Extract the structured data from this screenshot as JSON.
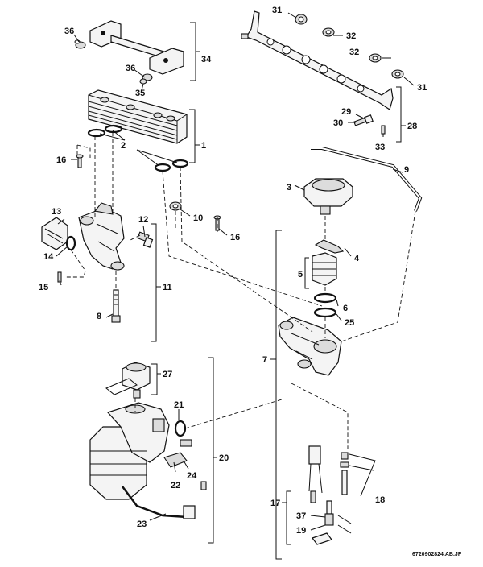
{
  "labels": {
    "l1": "1",
    "l2": "2",
    "l3": "3",
    "l4": "4",
    "l5": "5",
    "l6": "6",
    "l7": "7",
    "l8": "8",
    "l9": "9",
    "l10": "10",
    "l11": "11",
    "l12": "12",
    "l13": "13",
    "l14": "14",
    "l15": "15",
    "l16a": "16",
    "l16b": "16",
    "l17": "17",
    "l18": "18",
    "l19": "19",
    "l20": "20",
    "l21": "21",
    "l22": "22",
    "l23": "23",
    "l24": "24",
    "l25": "25",
    "l27": "27",
    "l28": "28",
    "l29": "29",
    "l30": "30",
    "l31a": "31",
    "l31b": "31",
    "l32a": "32",
    "l32b": "32",
    "l33": "33",
    "l34": "34",
    "l35": "35",
    "l36a": "36",
    "l36b": "36",
    "l37": "37"
  },
  "drawing_code": "6720902824.AB.JF"
}
